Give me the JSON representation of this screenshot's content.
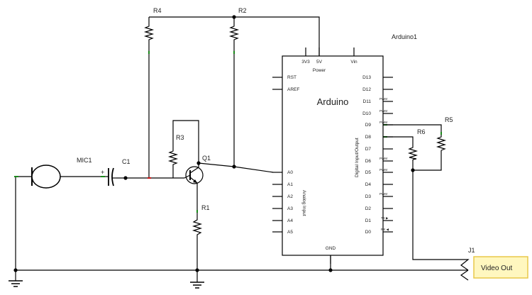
{
  "components": {
    "r4": "R4",
    "r2": "R2",
    "r3": "R3",
    "r1": "R1",
    "r5": "R5",
    "r6": "R6",
    "q1": "Q1",
    "c1": "C1",
    "mic1": "MIC1",
    "j1": "J1",
    "plus": "+"
  },
  "arduino": {
    "part_name": "Arduino1",
    "title": "Arduino",
    "power": "Power",
    "gnd": "GND",
    "top_pins": [
      "3V3",
      "5V",
      "Vin"
    ],
    "left_pins": [
      "RST",
      "AREF",
      "A0",
      "A1",
      "A2",
      "A3",
      "A4",
      "A5"
    ],
    "analog_label": "Analog Input",
    "digital_label": "Digital Input/Output",
    "right_pins": [
      "D13",
      "D12",
      "D11",
      "D10",
      "D9",
      "D8",
      "D7",
      "D6",
      "D5",
      "D4",
      "D3",
      "D2",
      "D1",
      "D0"
    ],
    "pwm": "PWM",
    "tx": "TX ▶",
    "rx": "RX ◀"
  },
  "output_label": "Video Out",
  "colors": {
    "wire": "#000000",
    "connector_fill": "#fff7bf",
    "connector_border": "#e8c84a",
    "green_endpoint": "#1a8a1a",
    "red_endpoint": "#cc1111"
  }
}
